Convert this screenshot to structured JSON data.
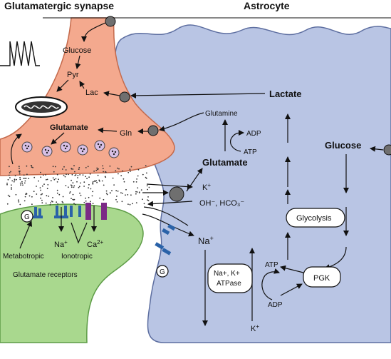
{
  "headings": {
    "left": "Glutamatergic synapse",
    "right": "Astrocyte"
  },
  "neuron": {
    "glucose": "Glucose",
    "pyr": "Pyr",
    "lac": "Lac",
    "gln": "Gln",
    "glutamate": "Glutamate"
  },
  "postsynaptic": {
    "g_label": "G",
    "na": "Na",
    "na_sup": "+",
    "ca": "Ca",
    "ca_sup": "2+",
    "metabotropic": "Metabotropic",
    "ionotropic": "Ionotropic",
    "receptors": "Glutamate receptors"
  },
  "astrocyte": {
    "lactate": "Lactate",
    "glutamine": "Glutamine",
    "adp_top": "ADP",
    "atp_top": "ATP",
    "glutamate": "Glutamate",
    "k_in": "K",
    "k_in_sup": "+",
    "oh_hco3": "OH⁻, HCO₃⁻",
    "na": "Na",
    "na_sup": "+",
    "glucose": "Glucose",
    "glycolysis": "Glycolysis",
    "pgk": "PGK",
    "atpase_line1": "Na+, K+",
    "atpase_line2": "ATPase",
    "atp_bottom": "ATP",
    "adp_bottom": "ADP",
    "k_out": "K",
    "k_out_sup": "+",
    "g_label": "G"
  },
  "colors": {
    "neuron_fill": "#f4a98e",
    "astrocyte_fill": "#b9c5e4",
    "postsynaptic_fill": "#a9d88e",
    "transporter": "#6f6f6f",
    "receptor_blue": "#2a62a8",
    "receptor_purple": "#7b2a86",
    "vesicle": "#d8c0e6"
  }
}
